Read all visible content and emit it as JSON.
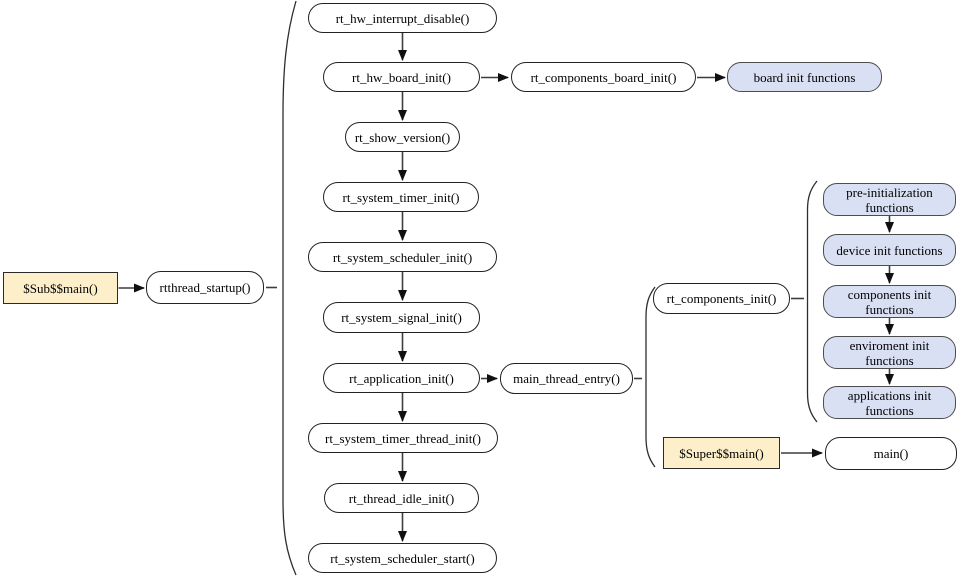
{
  "nodes": {
    "sub_main": {
      "label": "$Sub$$main()"
    },
    "rtthread_startup": {
      "label": "rtthread_startup()"
    },
    "rt_hw_interrupt_disable": {
      "label": "rt_hw_interrupt_disable()"
    },
    "rt_hw_board_init": {
      "label": "rt_hw_board_init()"
    },
    "rt_components_board_init": {
      "label": "rt_components_board_init()"
    },
    "board_init_functions": {
      "label": "board init functions"
    },
    "rt_show_version": {
      "label": "rt_show_version()"
    },
    "rt_system_timer_init": {
      "label": "rt_system_timer_init()"
    },
    "rt_system_scheduler_init": {
      "label": "rt_system_scheduler_init()"
    },
    "rt_system_signal_init": {
      "label": "rt_system_signal_init()"
    },
    "rt_application_init": {
      "label": "rt_application_init()"
    },
    "main_thread_entry": {
      "label": "main_thread_entry()"
    },
    "rt_system_timer_thread_init": {
      "label": "rt_system_timer_thread_init()"
    },
    "rt_thread_idle_init": {
      "label": "rt_thread_idle_init()"
    },
    "rt_system_scheduler_start": {
      "label": "rt_system_scheduler_start()"
    },
    "rt_components_init": {
      "label": "rt_components_init()"
    },
    "pre_initialization_functions": {
      "label": "pre-initialization functions"
    },
    "device_init_functions": {
      "label": "device init functions"
    },
    "components_init_functions": {
      "label": "components init functions"
    },
    "enviroment_init_functions": {
      "label": "enviroment init functions"
    },
    "applications_init_functions": {
      "label": "applications init functions"
    },
    "super_main": {
      "label": "$Super$$main()"
    },
    "main_fn": {
      "label": "main()"
    }
  },
  "colors": {
    "entry_fill": "#fcefc9",
    "group_fill": "#d9e0f3",
    "node_fill": "#ffffff",
    "border": "#222222",
    "connector": "#3d3d3d",
    "arrowhead": "#101010"
  }
}
